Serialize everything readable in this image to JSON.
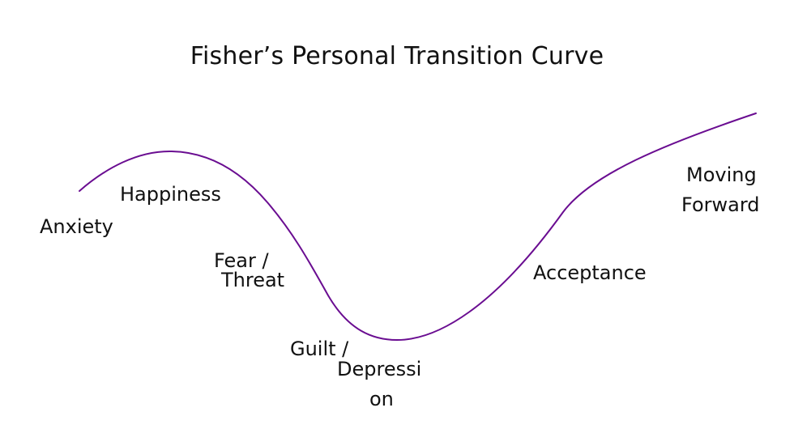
{
  "title": "Fisher’s Personal Transition Curve",
  "colors": {
    "curve": "#6a0d91",
    "text": "#111111",
    "background": "#ffffff"
  },
  "labels": {
    "anxiety": "Anxiety",
    "happiness": "Happiness",
    "fear_line1": "Fear /",
    "fear_line2": "Threat",
    "guilt_line1": "Guilt /",
    "guilt_line2": "Depressi",
    "guilt_line3": "on",
    "acceptance": "Acceptance",
    "moving_line1": "Moving",
    "moving_line2": "Forward"
  }
}
